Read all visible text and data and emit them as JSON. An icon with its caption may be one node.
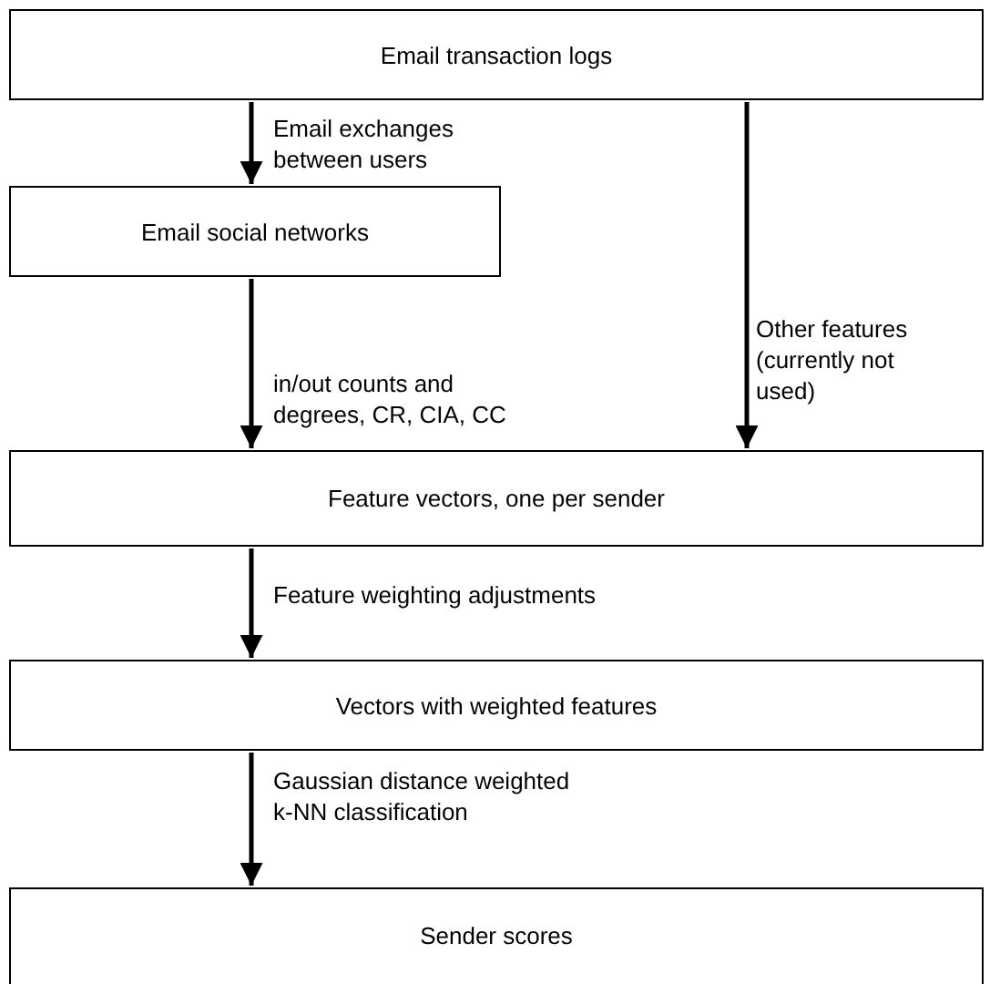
{
  "diagram": {
    "nodes": [
      {
        "text": [
          "Email transaction logs"
        ]
      },
      {
        "text": [
          "Email social networks"
        ]
      },
      {
        "text": [
          "Feature vectors, one per sender"
        ]
      },
      {
        "text": [
          "Vectors with weighted features"
        ]
      },
      {
        "text": [
          "Sender scores"
        ]
      }
    ],
    "edges": [
      {
        "from": 0,
        "to": 1,
        "arrow": "to",
        "label": "Email exchanges between users"
      },
      {
        "from": 0,
        "to": 2,
        "arrow": "to",
        "label": "Other features (currently not used)"
      },
      {
        "from": 1,
        "to": 2,
        "arrow": "to",
        "label": "in/out counts and degrees, CR, CIA, CC"
      },
      {
        "from": 2,
        "to": 3,
        "arrow": "to",
        "label": "Feature weighting adjustments"
      },
      {
        "from": 3,
        "to": 4,
        "arrow": "to",
        "label": "Gaussian distance weighted k-NN classification"
      }
    ]
  }
}
